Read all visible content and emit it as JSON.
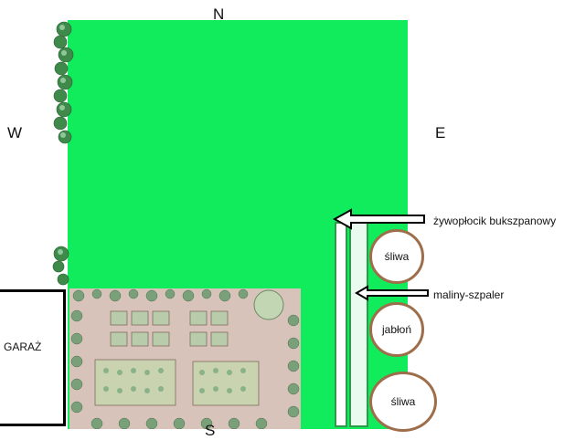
{
  "compass": {
    "north": "N",
    "south": "S",
    "east": "E",
    "west": "W"
  },
  "garage": {
    "label": "GARAŻ"
  },
  "trees": {
    "first": "śliwa",
    "second": "jabłoń",
    "third": "śliwa"
  },
  "annotations": {
    "hedge": "żywopłocik bukszpanowy",
    "raspberry": "maliny-szpaler"
  },
  "colors": {
    "lawn": "#10ec5c",
    "hedge_border": "#2e9a4b",
    "tree_border": "#9e6e4a",
    "garden_bed": "#d9c6bd"
  }
}
